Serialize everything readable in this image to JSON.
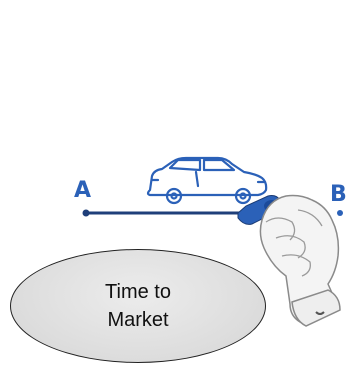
{
  "illustration": {
    "point_a_label": "A",
    "point_b_label": "B",
    "ellipse_label": "Time to Market",
    "ink_color": "#2b61b8",
    "line_color": "#1f3f7a",
    "hand_color": "#f4f4f4"
  }
}
